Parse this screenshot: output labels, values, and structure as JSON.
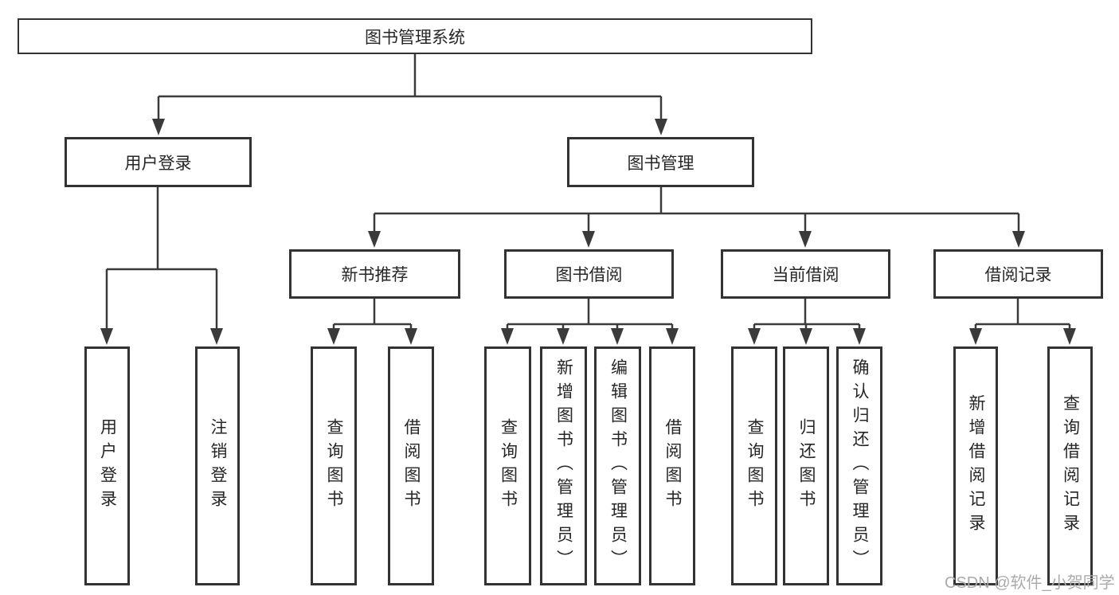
{
  "diagram": {
    "root": {
      "label": "图书管理系统",
      "children": [
        {
          "label": "用户登录",
          "children": [
            {
              "label": "用户登录"
            },
            {
              "label": "注销登录"
            }
          ]
        },
        {
          "label": "图书管理",
          "children": [
            {
              "label": "新书推荐",
              "children": [
                {
                  "label": "查询图书"
                },
                {
                  "label": "借阅图书"
                }
              ]
            },
            {
              "label": "图书借阅",
              "children": [
                {
                  "label": "查询图书"
                },
                {
                  "label": "新增图书（管理员）"
                },
                {
                  "label": "编辑图书（管理员）"
                },
                {
                  "label": "借阅图书"
                }
              ]
            },
            {
              "label": "当前借阅",
              "children": [
                {
                  "label": "查询图书"
                },
                {
                  "label": "归还图书"
                },
                {
                  "label": "确认归还（管理员）"
                }
              ]
            },
            {
              "label": "借阅记录",
              "children": [
                {
                  "label": "新增借阅记录"
                },
                {
                  "label": "查询借阅记录"
                }
              ]
            }
          ]
        }
      ]
    }
  },
  "watermark": {
    "text": "CSDN @软件_小贺同学"
  },
  "colors": {
    "line": "#3a3a3a",
    "box_border": "#333333",
    "background": "#ffffff",
    "text": "#262626",
    "watermark": "#ababab"
  }
}
